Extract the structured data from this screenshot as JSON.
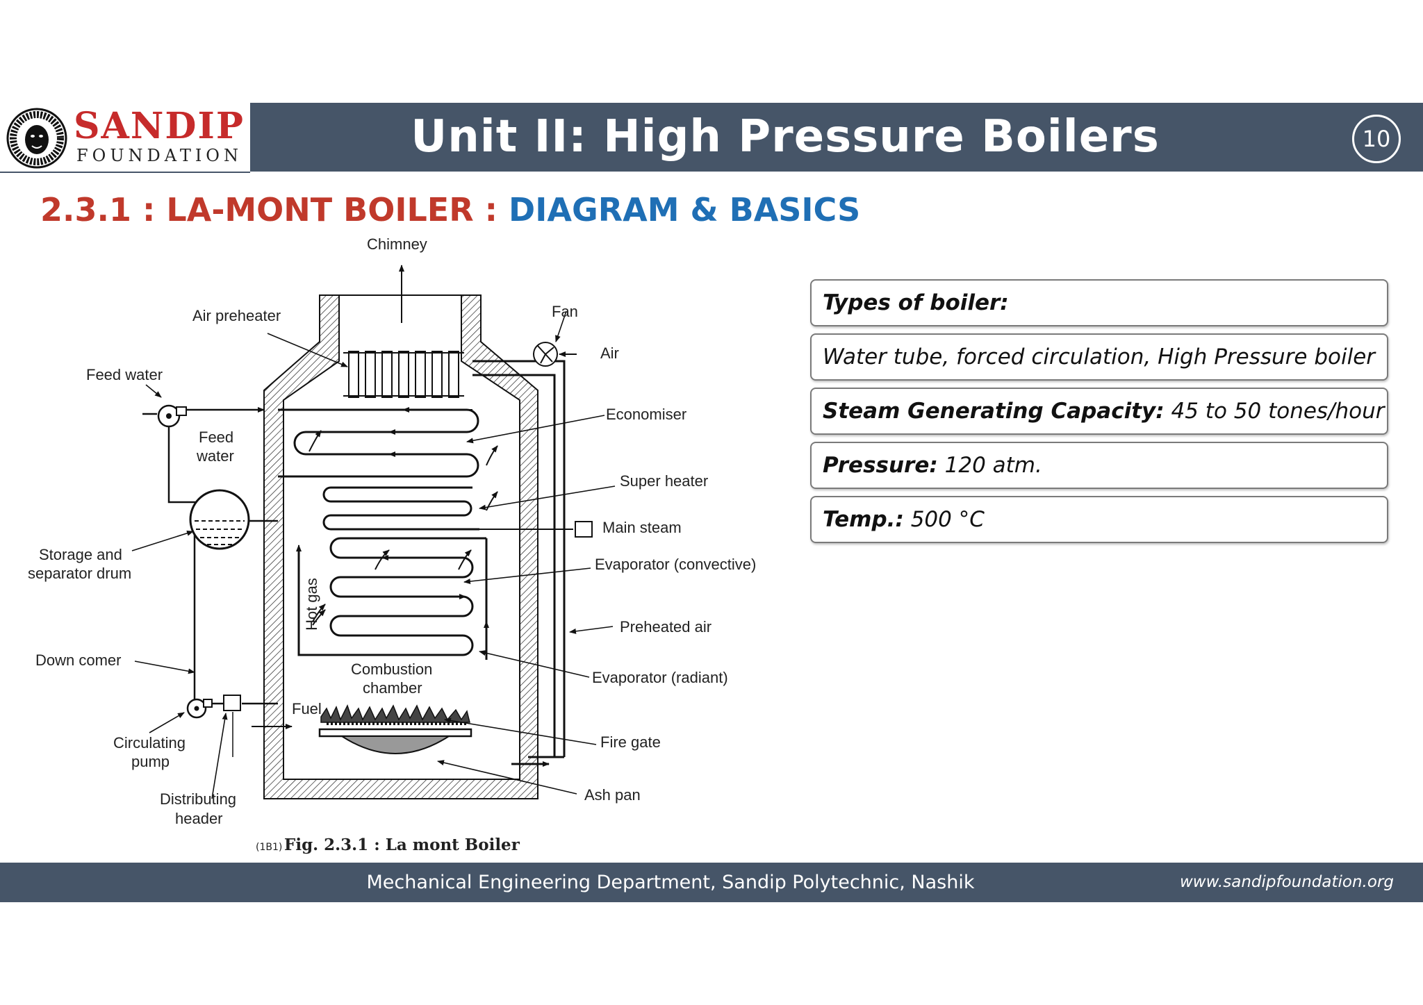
{
  "header": {
    "logo_name": "SANDIP",
    "logo_sub": "FOUNDATION",
    "title": "Unit II: High Pressure Boilers",
    "page_number": "10"
  },
  "section": {
    "number": "2.3.1 :",
    "name": "LA-MONT BOILER :",
    "sub": "DIAGRAM & BASICS"
  },
  "diagram": {
    "labels": {
      "chimney": "Chimney",
      "air_preheater": "Air preheater",
      "fan": "Fan",
      "air": "Air",
      "feed_water_in": "Feed water",
      "feed_water_1": "Feed",
      "feed_water_2": "water",
      "economiser": "Economiser",
      "super_heater": "Super heater",
      "main_steam": "Main steam",
      "storage_1": "Storage and",
      "storage_2": "separator drum",
      "hot_gas": "Hot gas",
      "evaporator_convective": "Evaporator (convective)",
      "preheated_air": "Preheated air",
      "down_comer": "Down comer",
      "combustion_1": "Combustion",
      "combustion_2": "chamber",
      "evaporator_radiant": "Evaporator (radiant)",
      "fuel": "Fuel",
      "fire_gate": "Fire gate",
      "circulating_1": "Circulating",
      "circulating_2": "pump",
      "ash_pan": "Ash pan",
      "distributing_1": "Distributing",
      "distributing_2": "header"
    },
    "caption_num": "(1B1)",
    "caption_text": "Fig. 2.3.1 : La mont Boiler"
  },
  "info": [
    {
      "key": "Types of boiler:",
      "value": ""
    },
    {
      "key": "",
      "value": "Water tube, forced circulation, High Pressure boiler"
    },
    {
      "key": "Steam Generating Capacity:",
      "value": " 45 to 50 tones/hour"
    },
    {
      "key": "Pressure:",
      "value": " 120 atm."
    },
    {
      "key": "Temp.:",
      "value": " 500 °C"
    }
  ],
  "footer": {
    "text": "Mechanical Engineering Department, Sandip Polytechnic, Nashik",
    "url": "www.sandipfoundation.org"
  },
  "colors": {
    "header_band": "#465568",
    "logo_red": "#c62b2b",
    "section_red": "#c0392b",
    "section_blue": "#1f6fb5"
  }
}
